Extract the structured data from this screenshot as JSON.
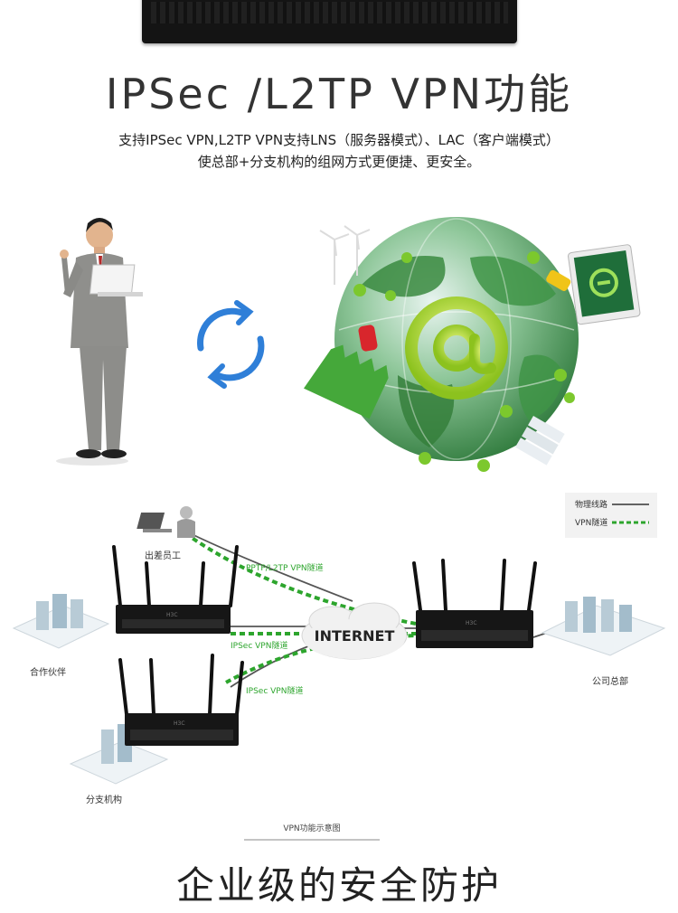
{
  "title": "IPSec /L2TP VPN功能",
  "subtitle_line1": "支持IPSec VPN,L2TP VPN支持LNS（服务器模式）、LAC（客户端模式）",
  "subtitle_line2": "使总部+分支机构的组网方式更便捷、更安全。",
  "hero": {
    "sync_icon": "refresh-cycle-icon",
    "globe_symbol": "@",
    "colors": {
      "globe": "#4aa84a",
      "arrows": "#2f7fd8",
      "at": "#cde63c"
    }
  },
  "diagram": {
    "legend": {
      "physical_label": "物理线路",
      "vpn_label": "VPN隧道"
    },
    "cloud_label": "INTERNET",
    "nodes": {
      "traveler": "出差员工",
      "partner": "合作伙伴",
      "headquarters": "公司总部",
      "branch": "分支机构"
    },
    "tunnels": {
      "pptp": "PPTP/L2TP VPN隧道",
      "ipsec_partner": "IPSec VPN隧道",
      "ipsec_branch": "IPSec VPN隧道"
    },
    "router_brand": "H3C",
    "caption": "VPN功能示意图",
    "colors": {
      "tunnel": "#2da52d",
      "line": "#555555"
    }
  },
  "bottom_title": "企业级的安全防护"
}
